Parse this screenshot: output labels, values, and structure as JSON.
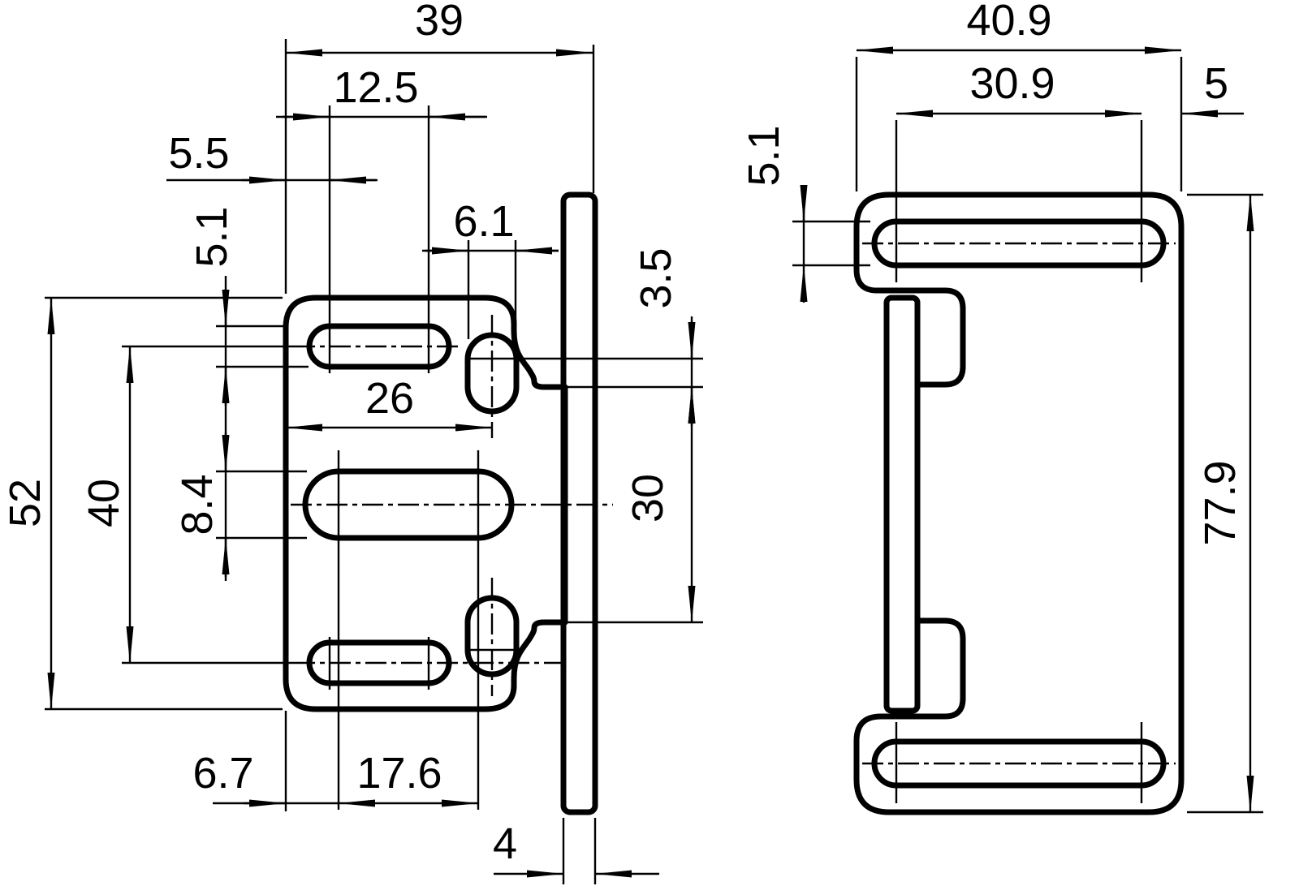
{
  "drawing": {
    "front_view": {
      "dims": {
        "overall_width": "39",
        "top_slot_span": "12.5",
        "top_slot_offset": "5.5",
        "top_slot_height": "5.1",
        "oval_hole_width": "6.1",
        "oval_center_from_edge": "26",
        "overall_height": "52",
        "slot_centers_span": "40",
        "middle_slot_height": "8.4",
        "oval_arc_spacing": "3.5",
        "oval_centers_span": "30",
        "middle_slot_offset": "6.7",
        "middle_slot_span": "17.6",
        "plate_thickness": "4"
      }
    },
    "side_view": {
      "dims": {
        "overall_width": "40.9",
        "slot_span": "30.9",
        "slot_edge_offset": "5",
        "slot_height": "5.1",
        "overall_height": "77.9"
      }
    },
    "colors": {
      "line": "#000000",
      "background": "#ffffff"
    }
  }
}
